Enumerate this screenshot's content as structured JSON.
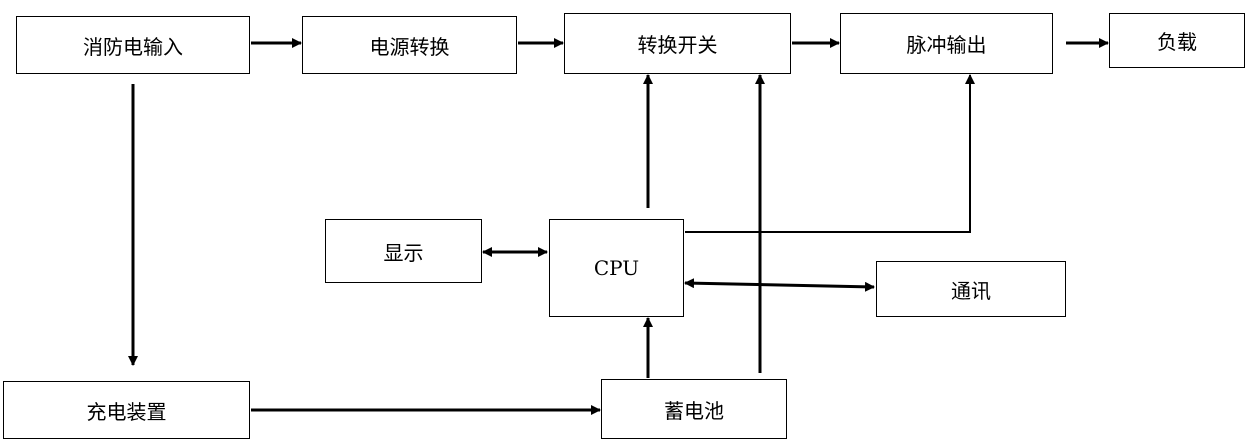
{
  "diagram": {
    "nodes": {
      "fire_input": "消防电输入",
      "power_convert": "电源转换",
      "switch": "转换开关",
      "pulse_output": "脉冲输出",
      "load": "负载",
      "display": "显示",
      "cpu": "CPU",
      "comm": "通讯",
      "charger": "充电装置",
      "battery": "蓄电池"
    },
    "edges": [
      {
        "from": "fire_input",
        "to": "power_convert",
        "direction": "forward"
      },
      {
        "from": "power_convert",
        "to": "switch",
        "direction": "forward"
      },
      {
        "from": "switch",
        "to": "pulse_output",
        "direction": "forward"
      },
      {
        "from": "pulse_output",
        "to": "load",
        "direction": "forward"
      },
      {
        "from": "fire_input",
        "to": "charger",
        "direction": "forward"
      },
      {
        "from": "charger",
        "to": "battery",
        "direction": "forward"
      },
      {
        "from": "battery",
        "to": "cpu",
        "direction": "forward"
      },
      {
        "from": "battery",
        "to": "switch",
        "direction": "forward"
      },
      {
        "from": "cpu",
        "to": "switch",
        "direction": "forward"
      },
      {
        "from": "cpu",
        "to": "pulse_output",
        "direction": "forward"
      },
      {
        "from": "cpu",
        "to": "display",
        "direction": "bidirectional"
      },
      {
        "from": "cpu",
        "to": "comm",
        "direction": "bidirectional"
      }
    ],
    "line_color": "#000000"
  }
}
